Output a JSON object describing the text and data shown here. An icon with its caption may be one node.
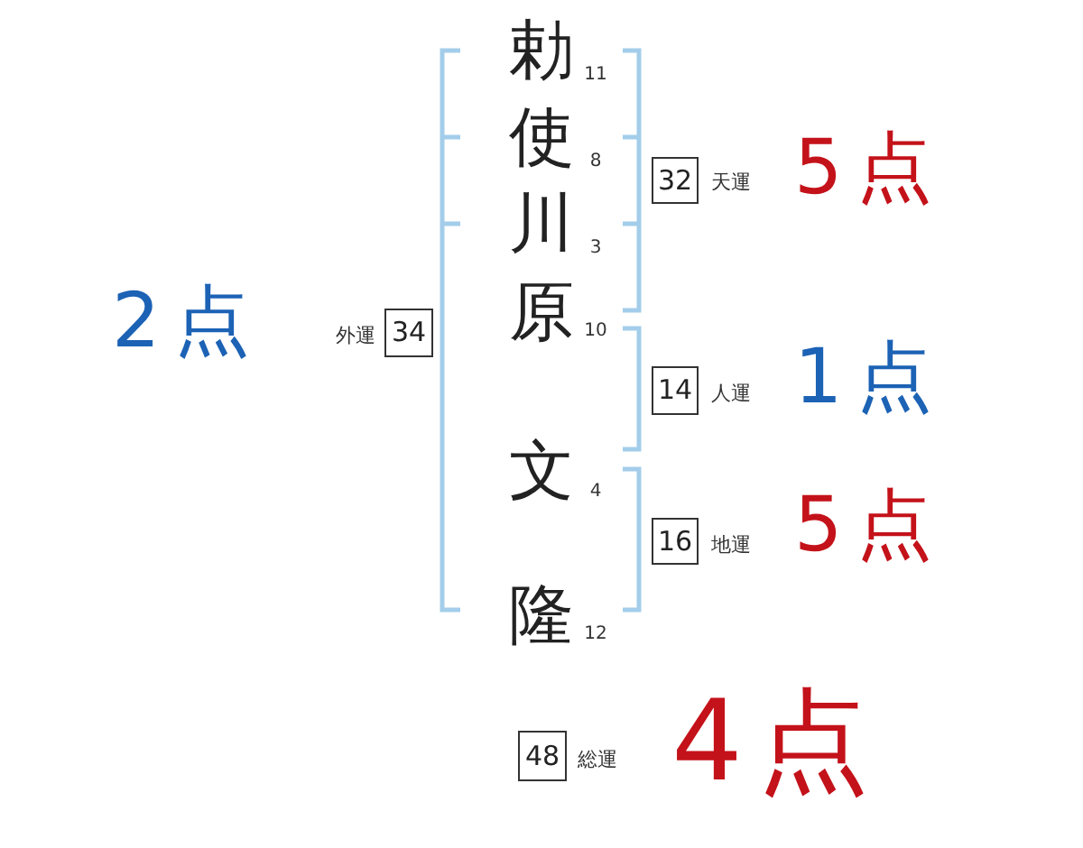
{
  "diagram": {
    "nodes": [
      {
        "text": [
          "32"
        ],
        "beside": [
          "天運",
          "5点"
        ]
      },
      {
        "text": [
          "34"
        ],
        "beside": [
          "外運",
          "2点"
        ]
      },
      {
        "text": [
          "14"
        ],
        "beside": [
          "人運",
          "1点"
        ]
      },
      {
        "text": [
          "16"
        ],
        "beside": [
          "地運",
          "5点"
        ]
      },
      {
        "text": [
          "48"
        ],
        "beside": [
          "総運",
          "4点"
        ]
      }
    ],
    "labels": [
      "勅",
      "11",
      "使",
      "8",
      "川",
      "3",
      "原",
      "10",
      "文",
      "4",
      "隆",
      "12"
    ]
  }
}
